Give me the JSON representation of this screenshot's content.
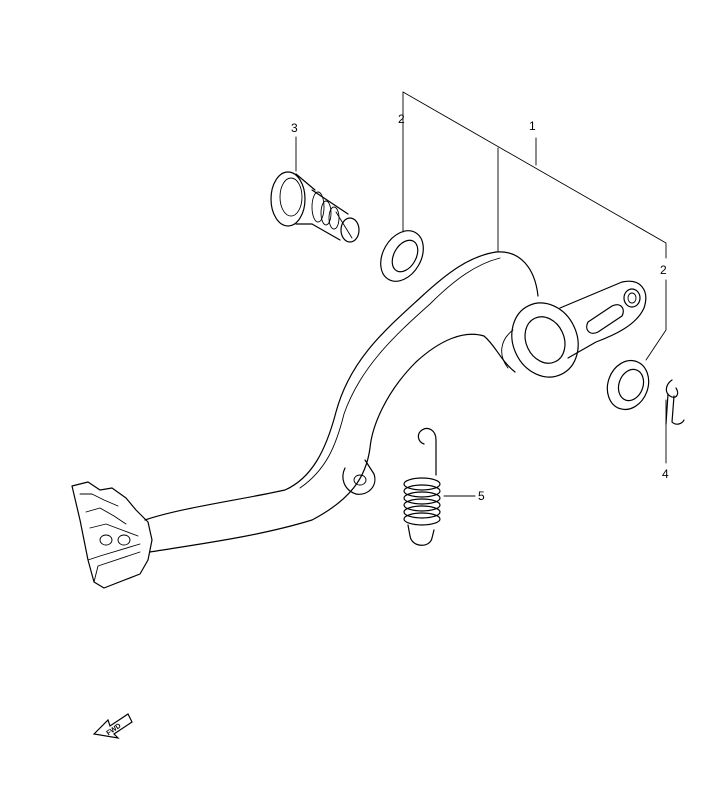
{
  "callouts": {
    "part1": "1",
    "part2_upper": "2",
    "part2_lower": "2",
    "part3": "3",
    "part4": "4",
    "part5": "5"
  },
  "fwd_label": "FWD"
}
